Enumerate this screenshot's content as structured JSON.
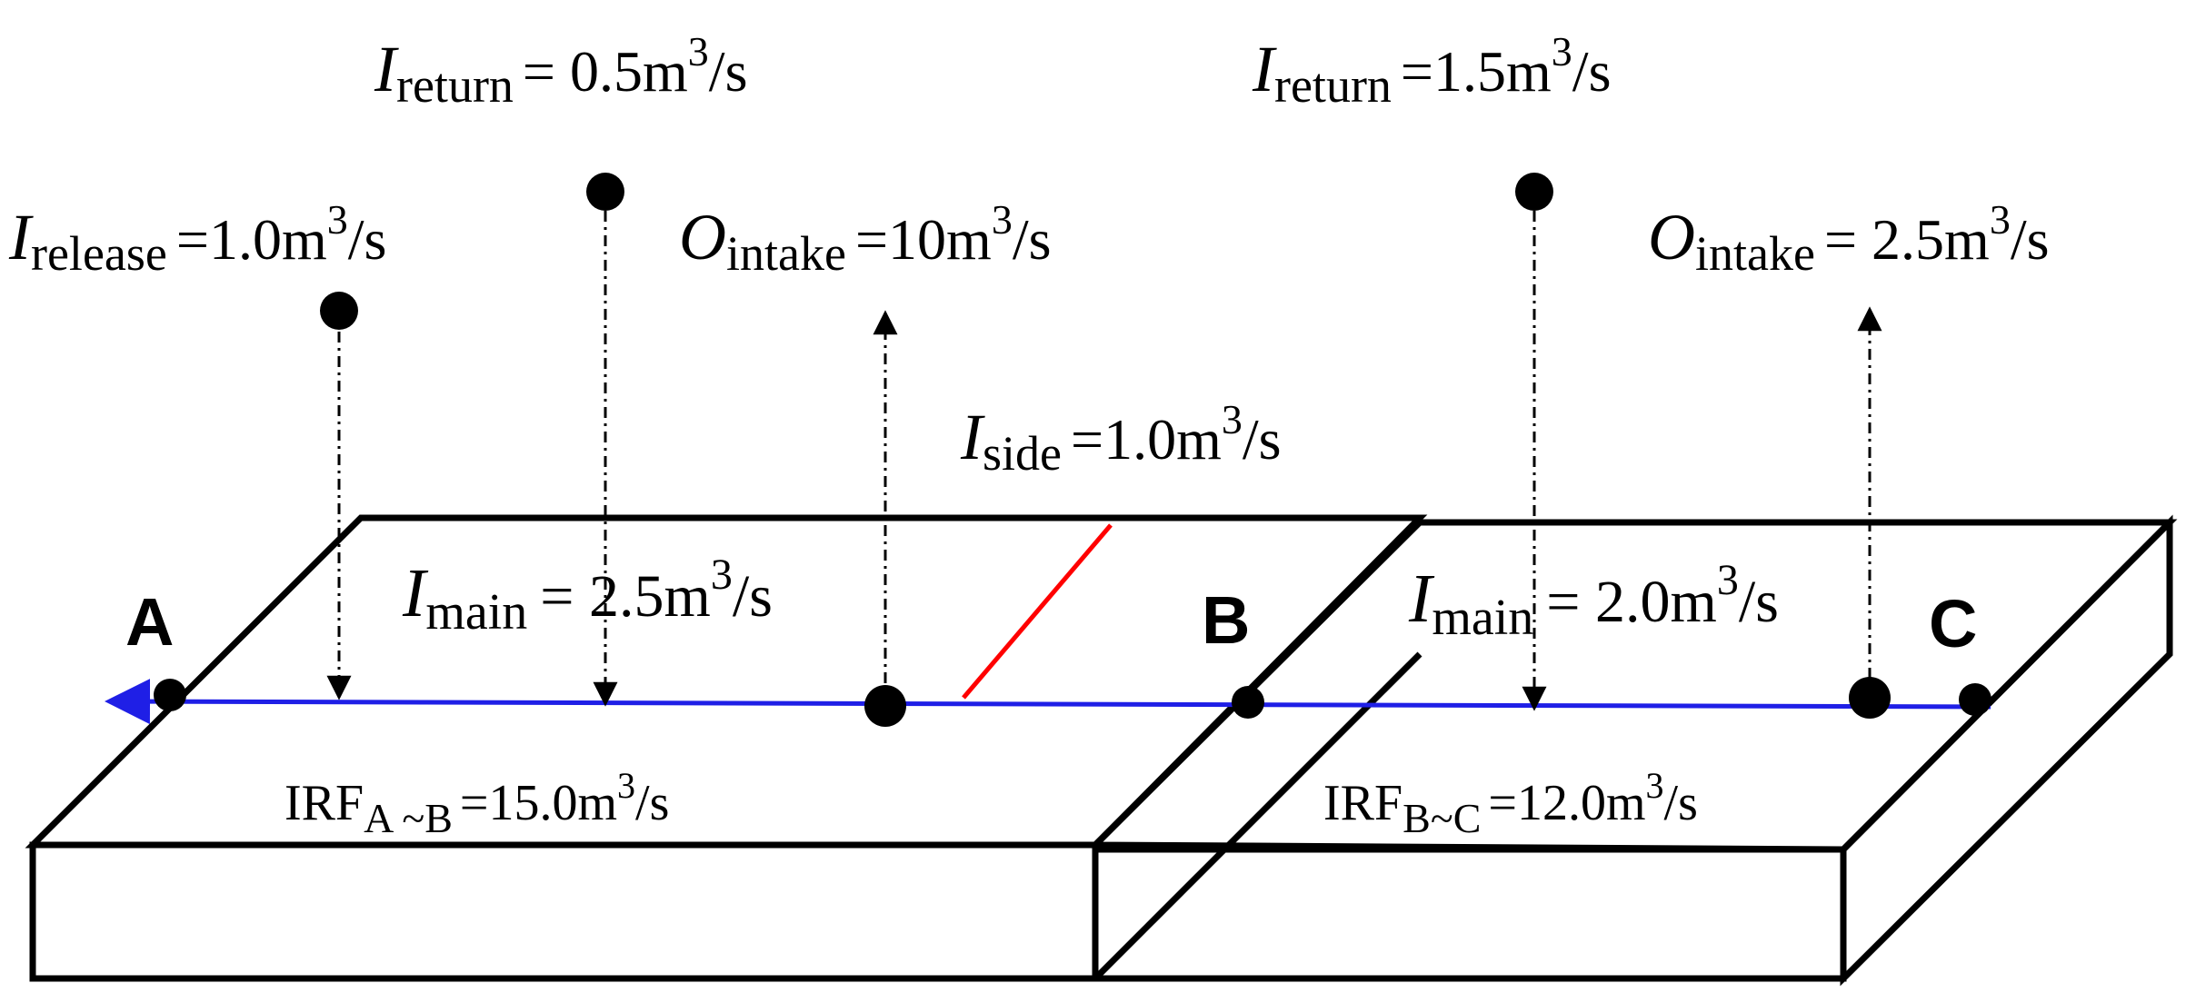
{
  "colors": {
    "outline": "#000000",
    "river": "#1f1fe6",
    "tributary": "#ff0000"
  },
  "nodes": [
    {
      "id": "A",
      "label": "A"
    },
    {
      "id": "B",
      "label": "B"
    },
    {
      "id": "C",
      "label": "C"
    }
  ],
  "segments": [
    {
      "id": "ab",
      "main_flow": {
        "symbol": "I",
        "sub": "main",
        "value": "= 2.5m",
        "sup": "3",
        "unit": "/s"
      },
      "irf": {
        "symbol": "IRF",
        "sub": "A ~B",
        "value": "=15.0m",
        "sup": "3",
        "unit": "/s"
      }
    },
    {
      "id": "bc",
      "main_flow": {
        "symbol": "I",
        "sub": "main",
        "value": "= 2.0m",
        "sup": "3",
        "unit": "/s"
      },
      "irf": {
        "symbol": "IRF",
        "sub": "B~C",
        "value": "=12.0m",
        "sup": "3",
        "unit": "/s"
      }
    }
  ],
  "flows": {
    "release": {
      "symbol": "I",
      "sub": "release",
      "value": "=1.0m",
      "sup": "3",
      "unit": "/s"
    },
    "return_ab": {
      "symbol": "I",
      "sub": "return",
      "value": "= 0.5m",
      "sup": "3",
      "unit": "/s"
    },
    "intake_ab": {
      "symbol": "O",
      "sub": "intake",
      "value": "=10m",
      "sup": "3",
      "unit": "/s"
    },
    "side": {
      "symbol": "I",
      "sub": "side",
      "value": "=1.0m",
      "sup": "3",
      "unit": "/s"
    },
    "return_bc": {
      "symbol": "I",
      "sub": "return",
      "value": "=1.5m",
      "sup": "3",
      "unit": "/s"
    },
    "intake_bc": {
      "symbol": "O",
      "sub": "intake",
      "value": "= 2.5m",
      "sup": "3",
      "unit": "/s"
    }
  }
}
